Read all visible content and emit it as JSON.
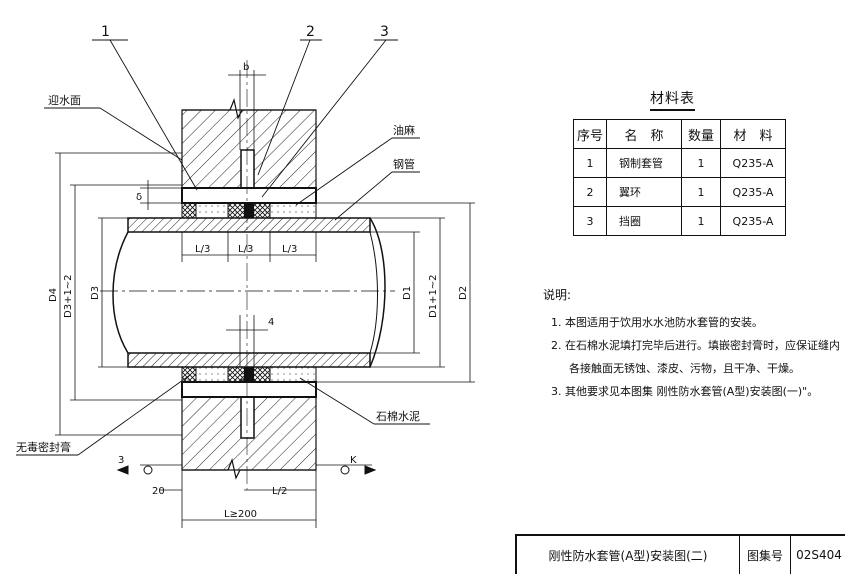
{
  "drawing": {
    "callouts": [
      "1",
      "2",
      "3"
    ],
    "labels": {
      "water_face": "迎水面",
      "oakum": "油麻",
      "steel_pipe": "钢管",
      "asbestos_cement": "石棉水泥",
      "sealant": "无毒密封膏"
    },
    "dims": {
      "b": "b",
      "delta": "δ",
      "l3": "L/3",
      "four": "4",
      "d4": "D4",
      "d3_12": "D3+1~2",
      "d3": "D3",
      "d1": "D1",
      "d1_12": "D1+1~2",
      "d2": "D2",
      "twenty": "20",
      "l2": "L/2",
      "lmin": "L≥200",
      "sec3": "3",
      "secK": "K"
    }
  },
  "materials": {
    "title": "材料表",
    "headers": [
      "序号",
      "名　称",
      "数量",
      "材　料"
    ],
    "rows": [
      [
        "1",
        "钢制套管",
        "1",
        "Q235-A"
      ],
      [
        "2",
        "翼环",
        "1",
        "Q235-A"
      ],
      [
        "3",
        "挡圈",
        "1",
        "Q235-A"
      ]
    ]
  },
  "notes": {
    "heading": "说明:",
    "items": [
      "1. 本图适用于饮用水水池防水套管的安装。",
      "2. 在石棉水泥填打完毕后进行。填嵌密封膏时，应保证缝内",
      "各接触面无锈蚀、漆皮、污物，且干净、干燥。",
      "3. 其他要求见本图集 刚性防水套管(A型)安装图(一)\"。"
    ]
  },
  "title_block": {
    "title": "刚性防水套管(A型)安装图(二)",
    "atlas_label": "图集号",
    "atlas_code": "02S404"
  }
}
